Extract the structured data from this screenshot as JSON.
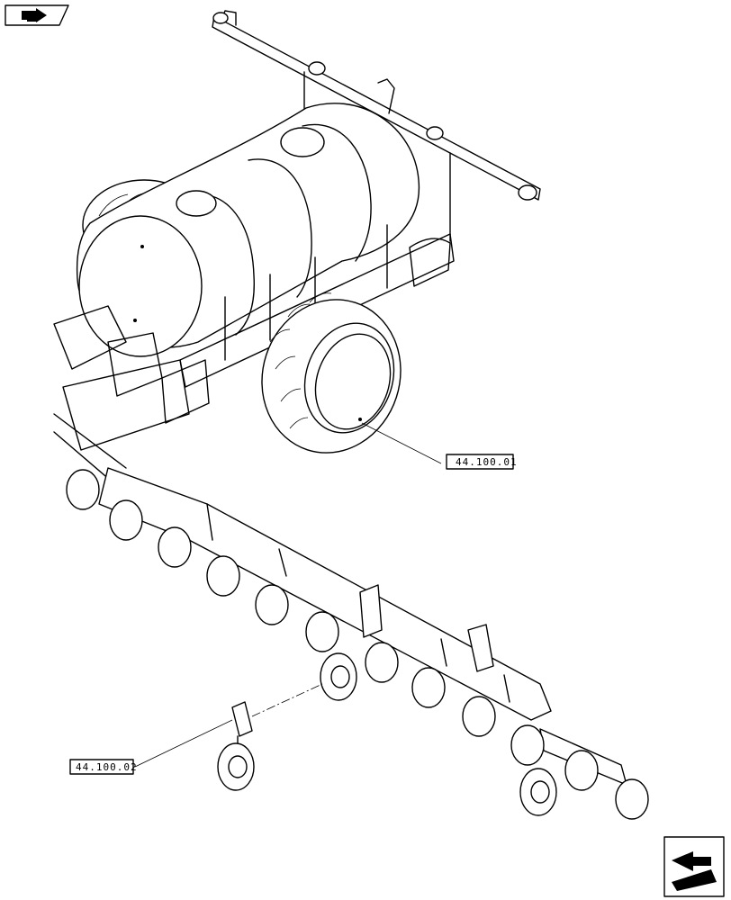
{
  "references": [
    {
      "id": "wheel-reference",
      "code": "44.100.01"
    },
    {
      "id": "gauge-wheel-reference",
      "code": "44.100.02"
    }
  ],
  "icons": {
    "top_left": "section-arrow-icon",
    "bottom_right": "next-page-arrow-icon"
  }
}
